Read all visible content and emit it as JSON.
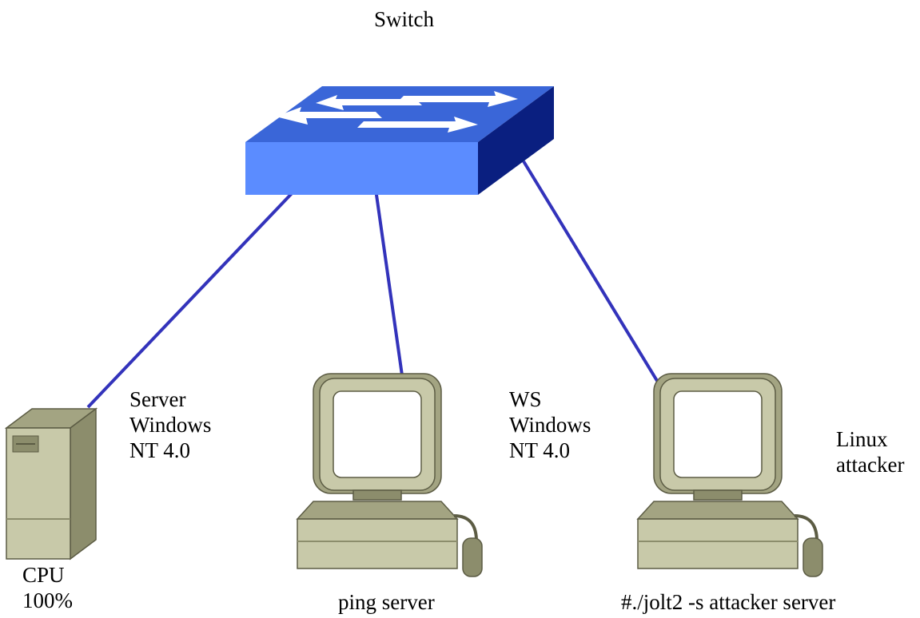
{
  "colors": {
    "link": "#3333bb",
    "switch_top": "#3a66d8",
    "switch_front": "#5b8cff",
    "switch_side": "#0a1f80",
    "device_beige": "#c8c9a9",
    "device_shade": "#a3a482",
    "device_dark": "#8c8d6c",
    "screen": "#ffffff"
  },
  "switch": {
    "label": "Switch",
    "icon": "network-switch-icon"
  },
  "server": {
    "icon": "tower-server-icon",
    "label_lines": [
      "Server",
      "Windows",
      "NT 4.0"
    ],
    "status_lines": [
      "CPU",
      "100%"
    ]
  },
  "workstation": {
    "icon": "desktop-computer-icon",
    "label_lines": [
      "WS",
      "Windows",
      "NT 4.0"
    ],
    "action": "ping server"
  },
  "attacker": {
    "icon": "desktop-computer-icon",
    "label_lines": [
      "Linux",
      "attacker"
    ],
    "command": "#./jolt2 -s attacker server"
  }
}
